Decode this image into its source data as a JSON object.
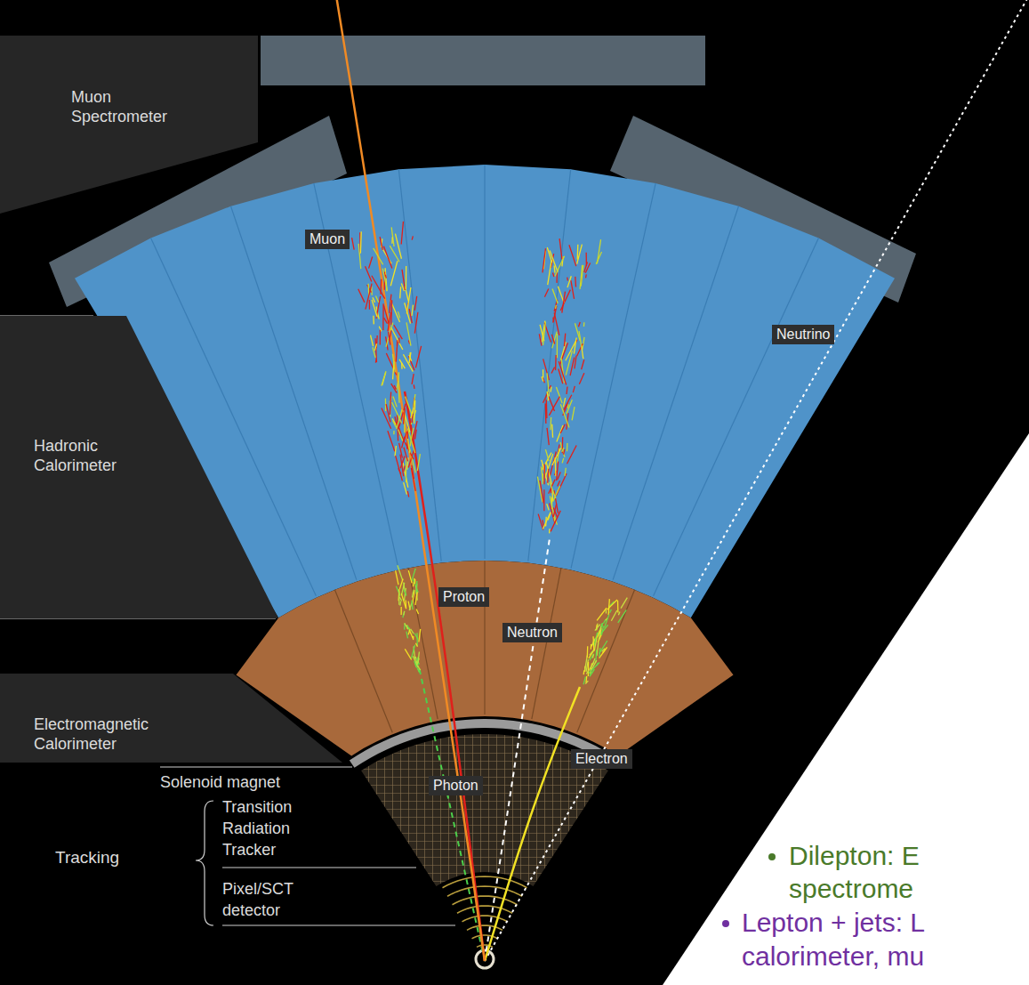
{
  "diagram": {
    "nodes": [
      {
        "text": [
          "Muon Spectrometer"
        ]
      },
      {
        "text": [
          "Muon"
        ]
      },
      {
        "text": [
          "Neutrino"
        ]
      },
      {
        "text": [
          "Hadronic Calorimeter"
        ]
      },
      {
        "text": [
          "Proton"
        ]
      },
      {
        "text": [
          "Neutron"
        ]
      },
      {
        "text": [
          "Electromagnetic Calorimeter"
        ]
      },
      {
        "text": [
          "Electron"
        ]
      },
      {
        "text": [
          "Photon"
        ]
      }
    ],
    "labels": [
      "Solenoid magnet",
      "Transition Radiation Tracker",
      "Tracking",
      "Pixel/SCT detector",
      "Dilepton: E",
      "spectrome",
      "Lepton + jets: L",
      "calorimeter, mu"
    ]
  }
}
